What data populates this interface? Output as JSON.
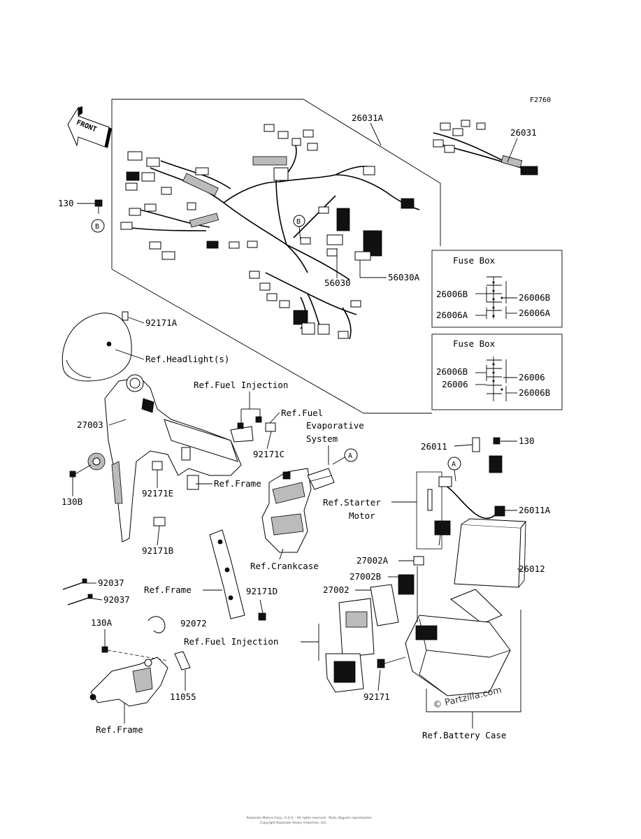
{
  "figure_code": "F2760",
  "front_label": "FRONT",
  "callouts": {
    "a": "A",
    "b": "B"
  },
  "labels": {
    "p26031A": "26031A",
    "p26031": "26031",
    "p130_top": "130",
    "p56030": "56030",
    "p56030A": "56030A",
    "p92171A": "92171A",
    "ref_headlight": "Ref.Headlight(s)",
    "ref_fuel_injection_top": "Ref.Fuel Injection",
    "ref_fuel_evap_1": "Ref.Fuel",
    "ref_fuel_evap_2": "Evaporative",
    "ref_fuel_evap_3": "System",
    "p27003": "27003",
    "p92171C": "92171C",
    "p130B": "130B",
    "p92171E": "92171E",
    "ref_frame_mid": "Ref.Frame",
    "p92171B": "92171B",
    "p26011": "26011",
    "p130_right": "130",
    "ref_starter_1": "Ref.Starter",
    "ref_starter_2": "Motor",
    "p26011A": "26011A",
    "ref_crankcase": "Ref.Crankcase",
    "p27002A": "27002A",
    "p26012": "26012",
    "p27002B": "27002B",
    "p27002": "27002",
    "p92037_a": "92037",
    "p92037_b": "92037",
    "ref_frame_lower": "Ref.Frame",
    "p92171D": "92171D",
    "p92072": "92072",
    "ref_fuel_injection_low": "Ref.Fuel Injection",
    "p130A": "130A",
    "p11055": "11055",
    "p92171": "92171",
    "ref_frame_bottom": "Ref.Frame",
    "ref_battery_case": "Ref.Battery Case"
  },
  "fuse_box_1": {
    "title": "Fuse Box",
    "left_top": "26006B",
    "left_bottom": "26006A",
    "right_top": "26006B",
    "right_bottom": "26006A"
  },
  "fuse_box_2": {
    "title": "Fuse Box",
    "left_top": "26006B",
    "left_bottom": "26006",
    "right_top": "26006",
    "right_bottom": "26006B"
  },
  "watermark": "© Partzilla.com",
  "copyright_line_1": "Kawasaki Motors Corp., U.S.A. · All rights reserved · Parts diagram reproduction",
  "copyright_line_2": "Copyright Kawasaki Heavy Industries, Ltd."
}
